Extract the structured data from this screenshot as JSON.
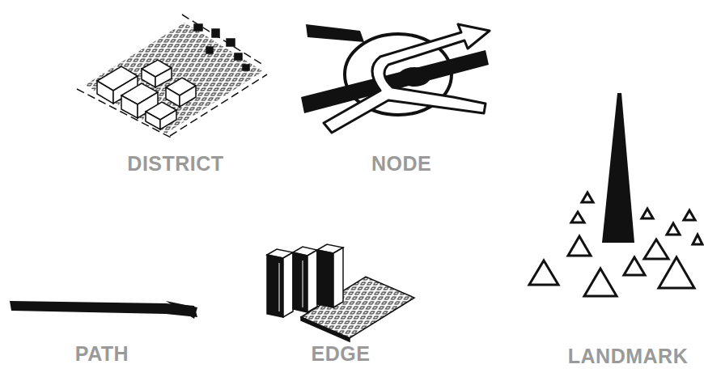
{
  "diagram": {
    "labels": [
      "DISTRICT",
      "NODE",
      "PATH",
      "EDGE",
      "LANDMARK"
    ]
  }
}
